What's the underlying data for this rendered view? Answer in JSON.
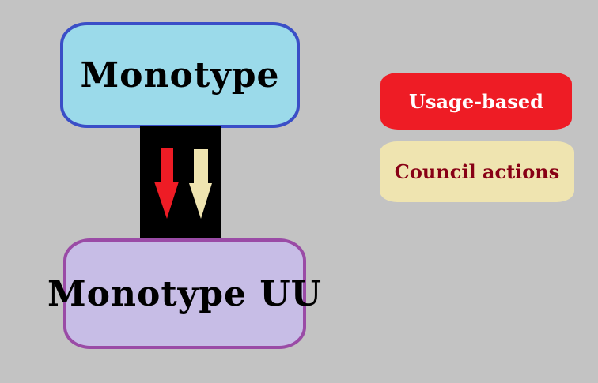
{
  "nodes": {
    "top": {
      "label": "Monotype",
      "fill": "#9bdaea",
      "border": "#3a4ec7"
    },
    "bottom": {
      "label": "Monotype UU",
      "fill": "#c7bde6",
      "border": "#9a4ba6"
    }
  },
  "connector": {
    "fill": "#000000",
    "arrows": [
      {
        "direction": "down",
        "color": "#ee1c25",
        "meaning": "usage"
      },
      {
        "direction": "down",
        "color": "#efe4b0",
        "meaning": "council"
      }
    ]
  },
  "legend": {
    "usage_based": {
      "label": "Usage-based",
      "fill": "#ee1c25",
      "text_color": "#ffffff"
    },
    "council_actions": {
      "label": "Council actions",
      "fill": "#efe4b0",
      "text_color": "#880015"
    }
  },
  "background": "#c3c3c3"
}
